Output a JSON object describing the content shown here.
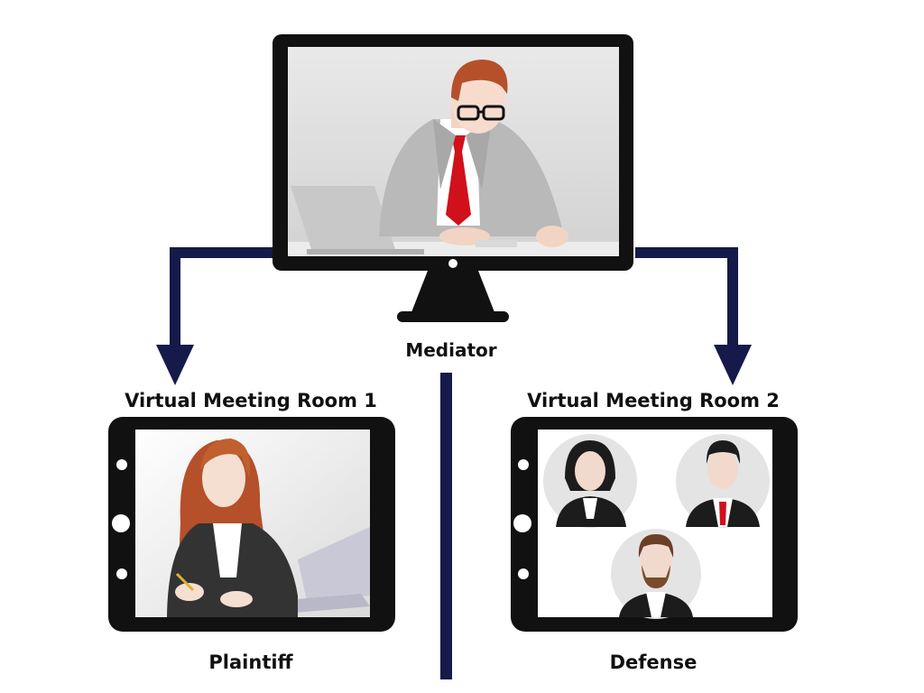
{
  "diagram": {
    "mediator_label": "Mediator",
    "room1": {
      "title": "Virtual Meeting Room 1",
      "caption": "Plaintiff"
    },
    "room2": {
      "title": "Virtual Meeting Room 2",
      "caption": "Defense"
    }
  },
  "colors": {
    "connector": "#151a4a",
    "device_frame": "#111111",
    "screen_bg": "#e4e4e4",
    "suit_gray": "#b9b9b9",
    "tie_red": "#d0101b",
    "hair_brown": "#b5502a"
  },
  "icons": [
    "desktop-monitor-icon",
    "tablet-icon",
    "tablet-icon",
    "down-arrow-icon",
    "down-arrow-icon"
  ]
}
